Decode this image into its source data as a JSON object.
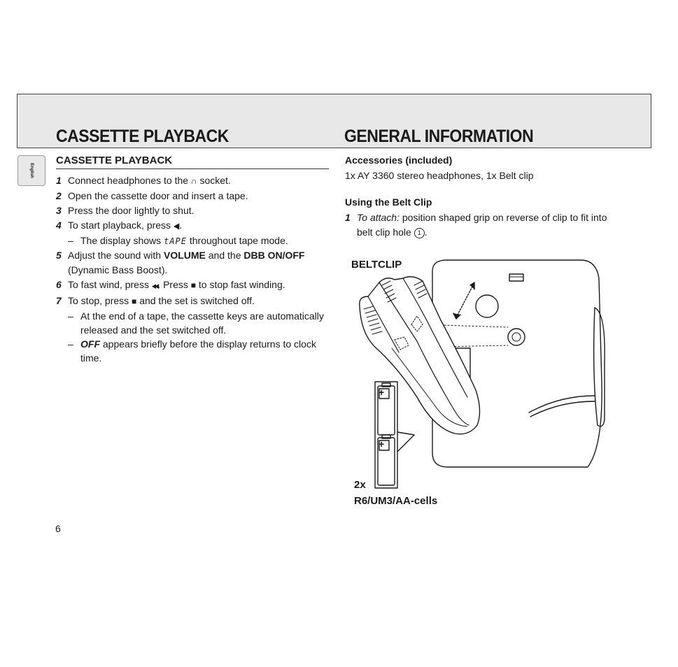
{
  "header": {
    "left_title": "CASSETTE PLAYBACK",
    "right_title": "GENERAL INFORMATION"
  },
  "language_tab": "English",
  "left": {
    "section_title": "CASSETTE PLAYBACK",
    "steps": [
      {
        "n": "1",
        "pre": "Connect headphones to the",
        "icon": "headphone-icon",
        "icon_glyph": "∩",
        "post": "socket."
      },
      {
        "n": "2",
        "text": "Open the cassette door and insert a tape."
      },
      {
        "n": "3",
        "text": "Press the door lightly to shut."
      },
      {
        "n": "4",
        "pre": "To start playback, press",
        "icon": "play-icon",
        "icon_glyph": "◀",
        "post": ".",
        "sub": {
          "dash": "–",
          "pre": "The display shows",
          "lcd": "tAPE",
          "post": "throughout tape mode."
        }
      },
      {
        "n": "5",
        "pre": "Adjust the sound with",
        "b1": "VOLUME",
        "mid": "and the",
        "b2": "DBB ON/OFF",
        "line2": "(Dynamic Bass Boost)."
      },
      {
        "n": "6",
        "pre": "To fast wind, press",
        "icon1": "rewind-icon",
        "glyph1": "◀◀",
        "mid": ". Press",
        "icon2": "stop-icon",
        "glyph2": "■",
        "post": "to stop fast winding."
      },
      {
        "n": "7",
        "pre": "To stop, press",
        "icon": "stop-icon",
        "icon_glyph": "■",
        "post": "and the set is switched off.",
        "subs": [
          {
            "dash": "–",
            "text": "At the end of a tape, the cassette keys are automatically released and the set switched off."
          },
          {
            "dash": "–",
            "bold": "OFF",
            "text": "appears briefly before the display returns to clock time."
          }
        ]
      }
    ]
  },
  "right": {
    "accessories_title": "Accessories (included)",
    "accessories_text": "1x AY 3360 stereo headphones, 1x Belt clip",
    "beltclip_title": "Using the Belt Clip",
    "beltclip_step": {
      "n": "1",
      "italic": "To attach:",
      "text": "position shaped grip on reverse of clip to fit into belt clip hole",
      "circle": "1",
      "post": "."
    }
  },
  "figure": {
    "label_beltclip": "BELTCLIP",
    "label_qty": "2x",
    "label_cells": "R6/UM3/AA-cells",
    "battery_plus": "+"
  },
  "page_number": "6"
}
